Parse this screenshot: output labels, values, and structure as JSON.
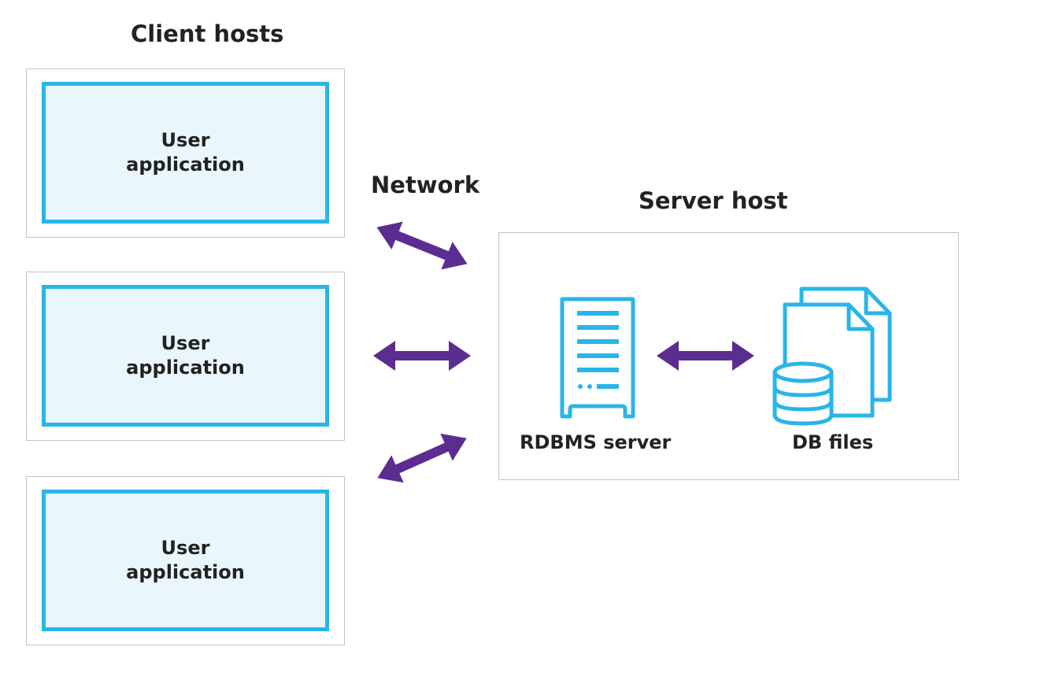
{
  "headings": {
    "client_hosts": "Client hosts",
    "network": "Network",
    "server_host": "Server host"
  },
  "clients": [
    {
      "line1": "User",
      "line2": "application"
    },
    {
      "line1": "User",
      "line2": "application"
    },
    {
      "line1": "User",
      "line2": "application"
    }
  ],
  "server": {
    "rdbms_label": "RDBMS server",
    "db_files_label": "DB files"
  },
  "icons": {
    "server": "server-tower-icon",
    "files": "db-files-icon",
    "arrow": "bidirectional-arrow-icon"
  },
  "colors": {
    "accent_blue": "#29b5e8",
    "app_fill": "#e9f7fc",
    "arrow_purple": "#5c2d91",
    "border_gray": "#c4c4c4",
    "text": "#222222"
  }
}
